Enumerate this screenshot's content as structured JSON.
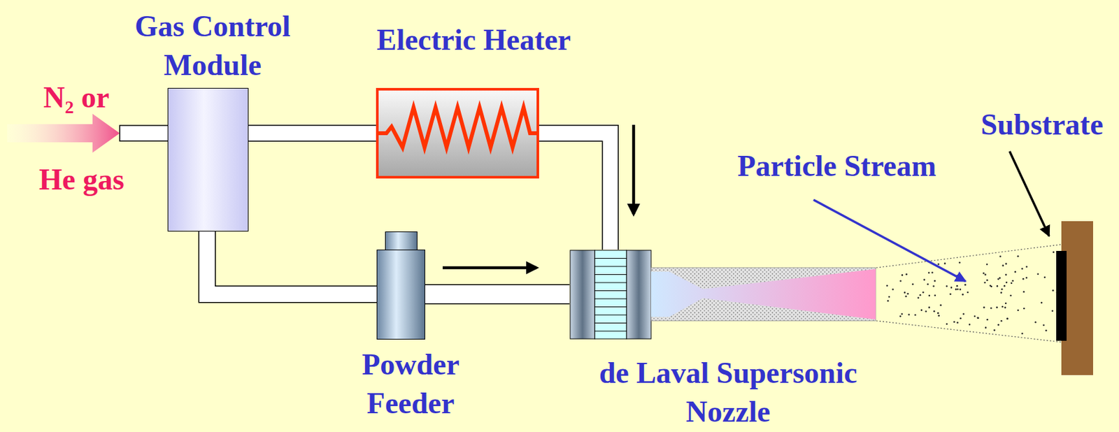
{
  "diagram": {
    "nodes": [
      {
        "text": [
          "Gas Control Module"
        ]
      },
      {
        "text": [
          "Electric Heater"
        ]
      },
      {
        "text": [
          "Powder Feeder"
        ]
      },
      {
        "text": [
          "de Laval Supersonic Nozzle"
        ]
      }
    ],
    "edges": [
      {
        "from": 0,
        "to": 1,
        "arrow": "none"
      },
      {
        "from": 0,
        "to": 2,
        "arrow": "none"
      },
      {
        "from": 1,
        "to": 3,
        "arrow": "to"
      },
      {
        "from": 2,
        "to": 3,
        "arrow": "to"
      }
    ],
    "labels": [
      "N₂ or",
      "He gas",
      "Particle Stream",
      "Substrate"
    ]
  }
}
